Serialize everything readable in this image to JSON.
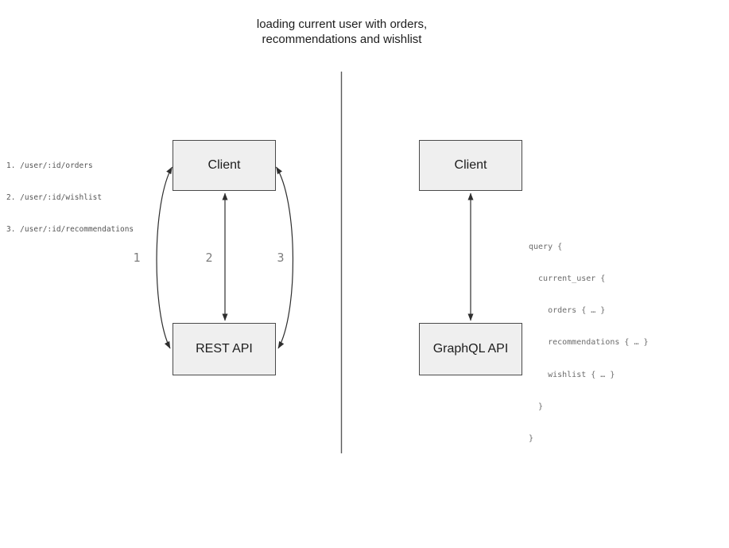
{
  "title": {
    "line1": "loading current user with orders,",
    "line2": "recommendations and wishlist"
  },
  "rest_panel": {
    "client_label": "Client",
    "api_label": "REST API",
    "endpoints": [
      "1. /user/:id/orders",
      "2. /user/:id/wishlist",
      "3. /user/:id/recommendations"
    ],
    "arrow_labels": [
      "1",
      "2",
      "3"
    ]
  },
  "graphql_panel": {
    "client_label": "Client",
    "api_label": "GraphQL API",
    "query_lines": [
      "query {",
      "  current_user {",
      "    orders { … }",
      "    recommendations { … }",
      "    wishlist { … }",
      "  }",
      "}"
    ]
  },
  "colors": {
    "title_text": "#1d1d1d",
    "box_fill": "#efefef",
    "box_border": "#4a4a4a",
    "arrow": "#2e2e2e",
    "divider": "#5a5a5a",
    "code_dark": "#555555",
    "code_light": "#6b6b6b",
    "arrow_number": "#7e7e7e"
  }
}
